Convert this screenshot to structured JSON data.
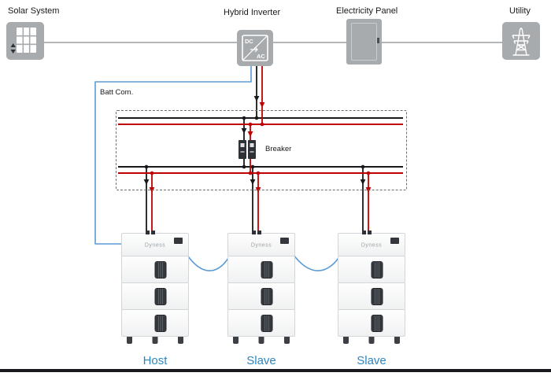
{
  "nodes": {
    "solar": {
      "label": "Solar System"
    },
    "inverter": {
      "label": "Hybrid Inverter",
      "dc": "DC",
      "ac": "AC"
    },
    "panel": {
      "label": "Electricity Panel"
    },
    "utility": {
      "label": "Utility"
    }
  },
  "bus": {
    "batt_com_label": "Batt Com.",
    "breaker_label": "Breaker"
  },
  "batteries": [
    {
      "role": "Host",
      "brand": "Dyness"
    },
    {
      "role": "Slave",
      "brand": "Dyness"
    },
    {
      "role": "Slave",
      "brand": "Dyness"
    }
  ],
  "colors": {
    "wire_black": "#17191c",
    "wire_red": "#c00000",
    "comm_blue": "#5b9bd5",
    "grid_gray": "#9a9ea2",
    "icon_gray": "#a7abae",
    "role_label_blue": "#2e86c1"
  }
}
